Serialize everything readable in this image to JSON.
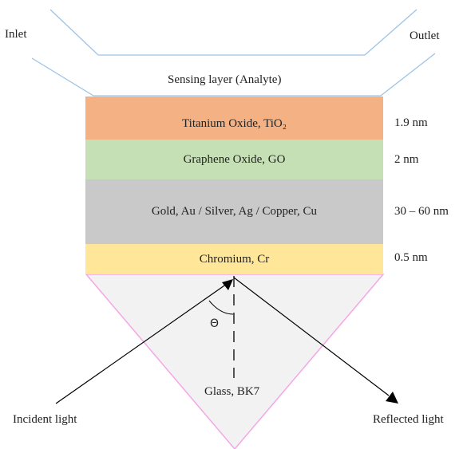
{
  "labels": {
    "inlet": "Inlet",
    "outlet": "Outlet",
    "sensing_layer": "Sensing layer (Analyte)",
    "theta": "Θ",
    "glass": "Glass, BK7",
    "incident": "Incident light",
    "reflected": "Reflected light"
  },
  "layers": [
    {
      "name": "Titanium Oxide, TiO₂",
      "thickness": "1.9 nm",
      "color": "#f4b183"
    },
    {
      "name": "Graphene Oxide, GO",
      "thickness": "2 nm",
      "color": "#c5e0b4"
    },
    {
      "name": "Gold, Au / Silver, Ag / Copper, Cu",
      "thickness": "30 – 60 nm",
      "color": "#c9c9c9"
    },
    {
      "name": "Chromium, Cr",
      "thickness": "0.5 nm",
      "color": "#ffe699"
    }
  ],
  "colors": {
    "channel_line": "#9dc3e6",
    "prism_fill": "#f2f2f2",
    "prism_edge": "#f4a6e6",
    "ray": "#000000"
  }
}
